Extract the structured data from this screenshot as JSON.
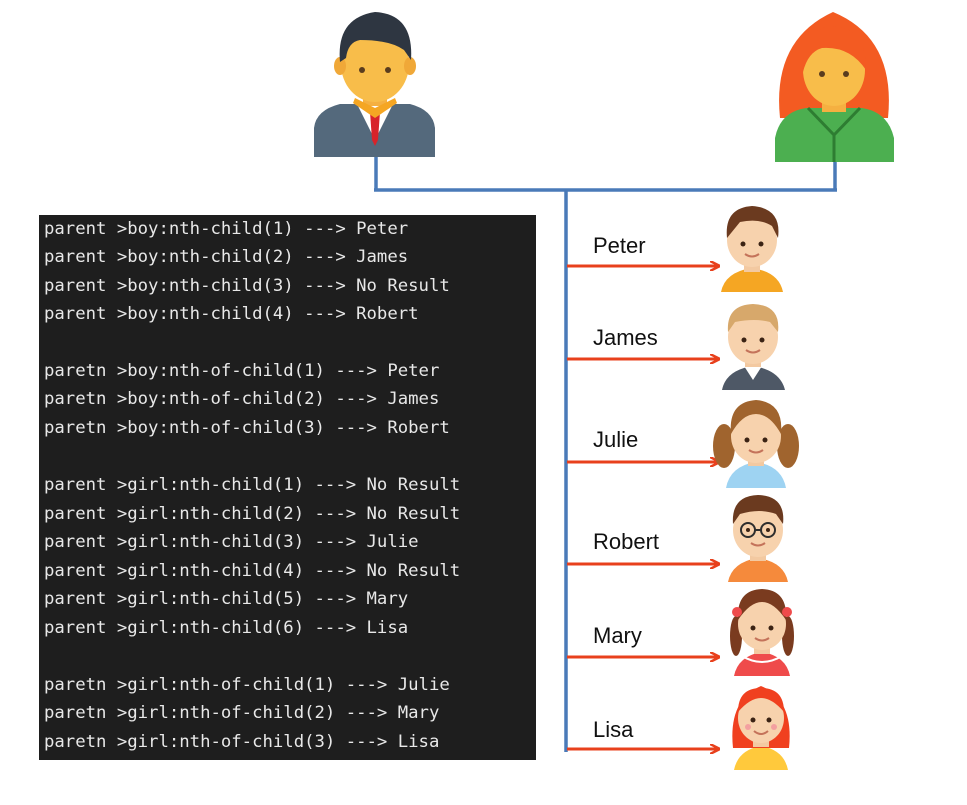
{
  "code": {
    "lines": [
      "parent >boy:nth-child(1) ---> Peter",
      "parent >boy:nth-child(2) ---> James",
      "parent >boy:nth-child(3) ---> No Result",
      "parent >boy:nth-child(4) ---> Robert",
      "paretn >boy:nth-of-child(1) ---> Peter",
      "paretn >boy:nth-of-child(2) ---> James",
      "paretn >boy:nth-of-child(3) ---> Robert",
      "parent >girl:nth-child(1) ---> No Result",
      "parent >girl:nth-child(2) ---> No Result",
      "parent >girl:nth-child(3) ---> Julie",
      "parent >girl:nth-child(4) ---> No Result",
      "parent >girl:nth-child(5) ---> Mary",
      "parent >girl:nth-child(6) ---> Lisa",
      "paretn >girl:nth-of-child(1) ---> Julie",
      "paretn >girl:nth-of-child(2) ---> Mary",
      "paretn >girl:nth-of-child(3) ---> Lisa"
    ]
  },
  "children": [
    {
      "name": "Peter",
      "avatar": "boy-avatar-icon"
    },
    {
      "name": "James",
      "avatar": "boy-avatar-icon"
    },
    {
      "name": "Julie",
      "avatar": "girl-pigtails-avatar-icon"
    },
    {
      "name": "Robert",
      "avatar": "boy-glasses-avatar-icon"
    },
    {
      "name": "Mary",
      "avatar": "girl-braids-avatar-icon"
    },
    {
      "name": "Lisa",
      "avatar": "girl-redhead-avatar-icon"
    }
  ],
  "parents": {
    "father": {
      "avatar": "father-avatar-icon"
    },
    "mother": {
      "avatar": "mother-avatar-icon"
    }
  },
  "colors": {
    "tree_line": "#4a7ab8",
    "arrow": "#e8401c",
    "code_bg": "#1e1e1e",
    "code_text": "#e8e8e8"
  }
}
